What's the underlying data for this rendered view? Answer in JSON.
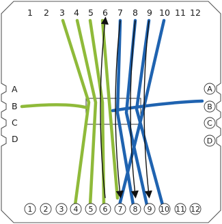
{
  "top_labels": [
    "1",
    "2",
    "3",
    "4",
    "5",
    "6",
    "7",
    "8",
    "9",
    "10",
    "11",
    "12"
  ],
  "bottom_labels": [
    "1",
    "2",
    "3",
    "4",
    "5",
    "6",
    "7",
    "8",
    "9",
    "10",
    "11",
    "12"
  ],
  "left_labels": [
    "A",
    "B",
    "C",
    "D"
  ],
  "right_labels": [
    "A",
    "B",
    "C",
    "D"
  ],
  "colors": {
    "green": "#8fba3a",
    "blue": "#1f63b0",
    "black": "#111111",
    "frame": "#555555",
    "text": "#1a1a1a"
  }
}
